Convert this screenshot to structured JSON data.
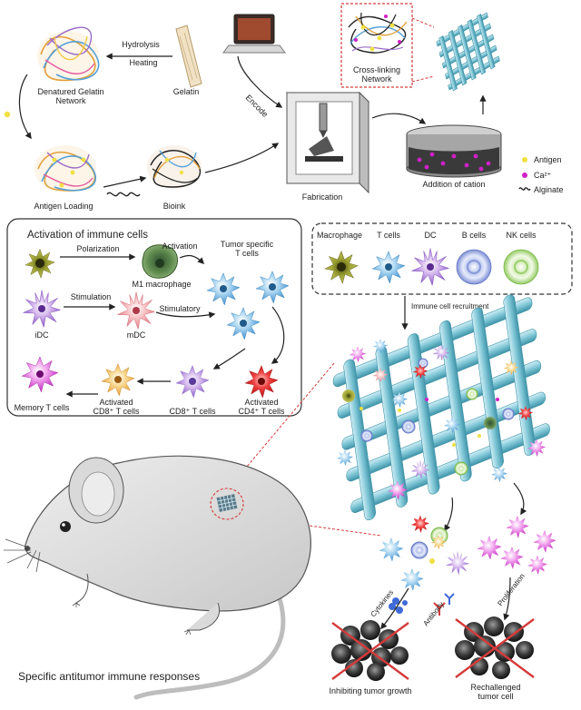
{
  "top": {
    "hydrolysis": "Hydrolysis",
    "heating": "Heating",
    "gelatin": "Gelatin",
    "denatured_line1": "Denatured Gelatin",
    "denatured_line2": "Network",
    "encode": "Encode",
    "crosslink_line1": "Cross-linking",
    "crosslink_line2": "Network",
    "antigen_loading": "Antigen Loading",
    "bioink": "Bioink",
    "fabrication": "Fabrication",
    "addition_of_cation": "Addition of cation",
    "legend": {
      "antigen": "Antigen",
      "cation": "Ca²⁺",
      "alginate": "Alginate"
    }
  },
  "activation_panel": {
    "title": "Activation of immune cells",
    "polarization": "Polarization",
    "activation": "Activation",
    "m1_macrophage": "M1 macrophage",
    "tumor_specific_line1": "Tumor specific",
    "tumor_specific_line2": "T cells",
    "stimulation": "Stimulation",
    "stimulatory": "Stimulatory",
    "idc": "iDC",
    "mdc": "mDC",
    "memory_t": "Memory T cells",
    "act_cd8_line1": "Activated",
    "act_cd8_line2": "CD8⁺ T cells",
    "cd8_t": "CD8⁺ T cells",
    "act_cd4_line1": "Activated",
    "act_cd4_line2": "CD4⁺ T cells"
  },
  "recruit_panel": {
    "macrophage": "Macrophage",
    "t_cells": "T cells",
    "dc": "DC",
    "b_cells": "B cells",
    "nk_cells": "NK cells",
    "recruitment": "Immune cell recruitment"
  },
  "bottom": {
    "cytokines": "Cytokines",
    "antibody": "Antibody",
    "proliferation": "Proliferation",
    "inhibiting": "Inhibiting tumor growth",
    "rechallenged_line1": "Rechallenged",
    "rechallenged_line2": "tumor cell",
    "specific_response": "Specific antitumor immune responses"
  },
  "colors": {
    "scaffold": "#7fc6d6",
    "antigen": "#f0e040",
    "cation": "#d020c8",
    "tcell": "#5aa9dc",
    "nk": "#d94fd6",
    "panel_border": "#333333",
    "red_dash": "#d63a3a"
  },
  "icons": [
    "gelatin-tube-icon",
    "laptop-icon",
    "printer-icon",
    "mouse-icon"
  ]
}
